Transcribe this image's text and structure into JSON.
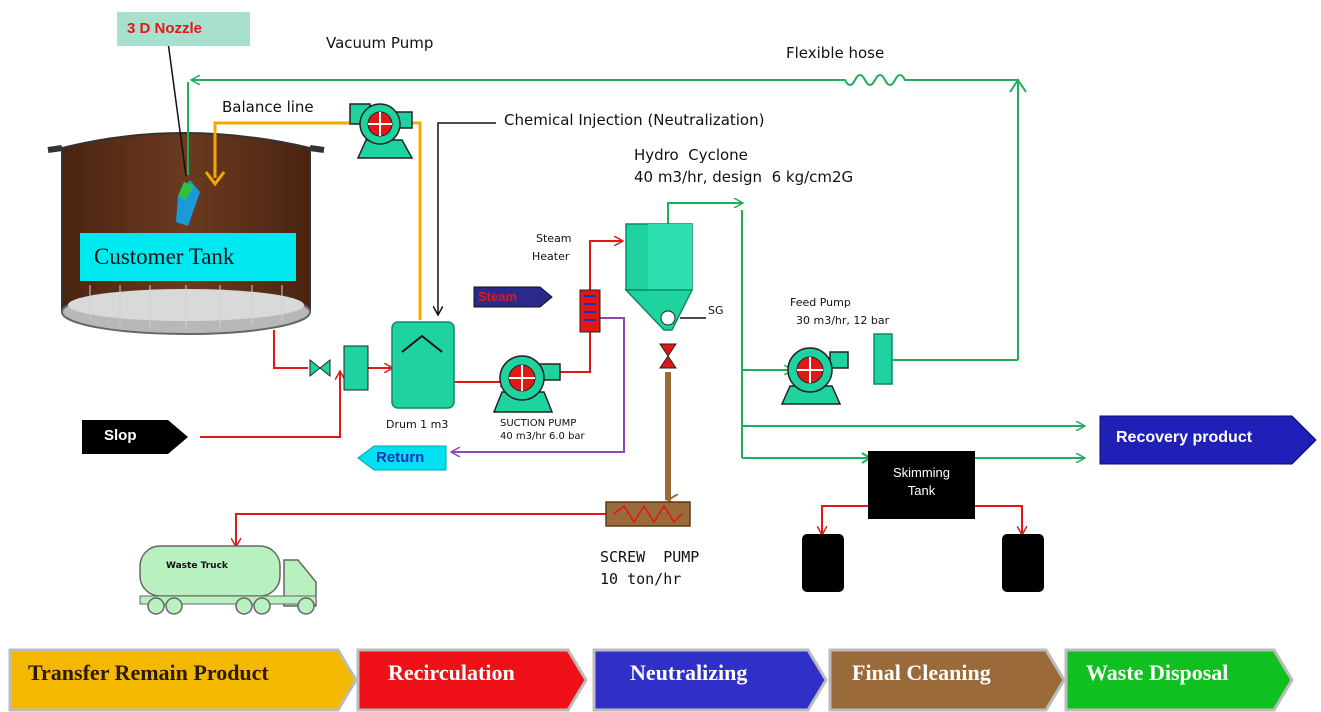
{
  "labels": {
    "nozzle": "3 D Nozzle",
    "vacuum_pump": "Vacuum Pump",
    "flexible_hose": "Flexible hose",
    "balance_line": "Balance line",
    "chemical_injection": "Chemical Injection (Neutralization)",
    "hydro_cyclone": "Hydro  Cyclone",
    "hydro_cyclone_spec": "40 m3/hr, design  6 kg/cm2G",
    "steam_heater_1": "Steam",
    "steam_heater_2": "Heater",
    "steam_tag": "Steam",
    "sg": "SG",
    "feed_pump": "Feed Pump",
    "feed_pump_spec": "30 m3/hr, 12 bar",
    "customer_tank": "Customer Tank",
    "drum": "Drum 1 m3",
    "suction_pump": "SUCTION PUMP",
    "suction_pump_spec": "40 m3/hr 6.0 bar",
    "slop": "Slop",
    "return": "Return",
    "recovery_product": "Recovery product",
    "skimming_tank": "Skimming\nTank",
    "screw_pump": "SCREW  PUMP",
    "screw_pump_spec": "10 ton/hr",
    "waste_truck": "Waste Truck"
  },
  "stages": [
    {
      "label": "Transfer Remain Product",
      "color": "#f5b800",
      "text_color": "#2a1a00"
    },
    {
      "label": "Recirculation",
      "color": "#f01018",
      "text_color": "#ffffff"
    },
    {
      "label": "Neutralizing",
      "color": "#3030c8",
      "text_color": "#ffffff"
    },
    {
      "label": "Final Cleaning",
      "color": "#9a6a3a",
      "text_color": "#ffffff"
    },
    {
      "label": "Waste Disposal",
      "color": "#10c020",
      "text_color": "#ffffff"
    }
  ],
  "colors": {
    "green_line": "#1fae5a",
    "red_line": "#e01818",
    "orange_line": "#f5a800",
    "purple_line": "#8a4ab0",
    "brown_line": "#9a6a3a",
    "equipment": "#1fd3a0",
    "tank_body": "#5a2d17"
  }
}
